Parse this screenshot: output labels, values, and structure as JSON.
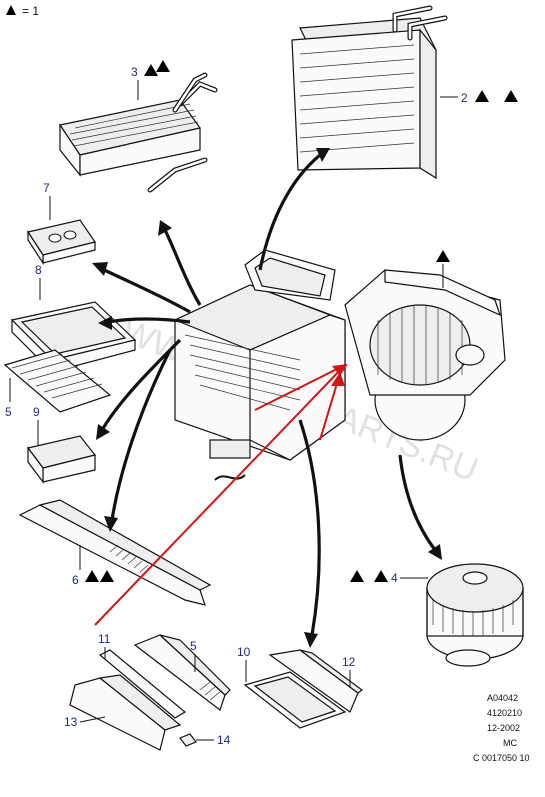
{
  "legend": {
    "symbol": "triangle-symbol",
    "text": "= 1"
  },
  "callouts": {
    "c2": "2",
    "c3": "3",
    "c4": "4",
    "c5a": "5",
    "c5b": "5",
    "c6": "6",
    "c7": "7",
    "c8": "8",
    "c9": "9",
    "c10": "10",
    "c11": "11",
    "c12": "12",
    "c13": "13",
    "c14": "14"
  },
  "watermark": "WWW.FORD-PARTS.RU",
  "reference_block": {
    "line1": "A04042",
    "line2": "4120210",
    "line3": "12-2002",
    "line4": "MC",
    "line5": "C 0017050 10"
  },
  "colors": {
    "callout": "#1f2a8a",
    "annotation": "#d01515",
    "ink": "#111111"
  }
}
